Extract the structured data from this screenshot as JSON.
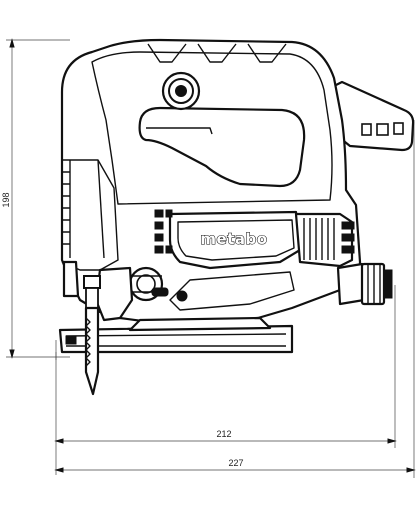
{
  "diagram": {
    "brand": "metabo",
    "dimensions": {
      "height": "198",
      "depth": "212",
      "length": "227"
    }
  }
}
